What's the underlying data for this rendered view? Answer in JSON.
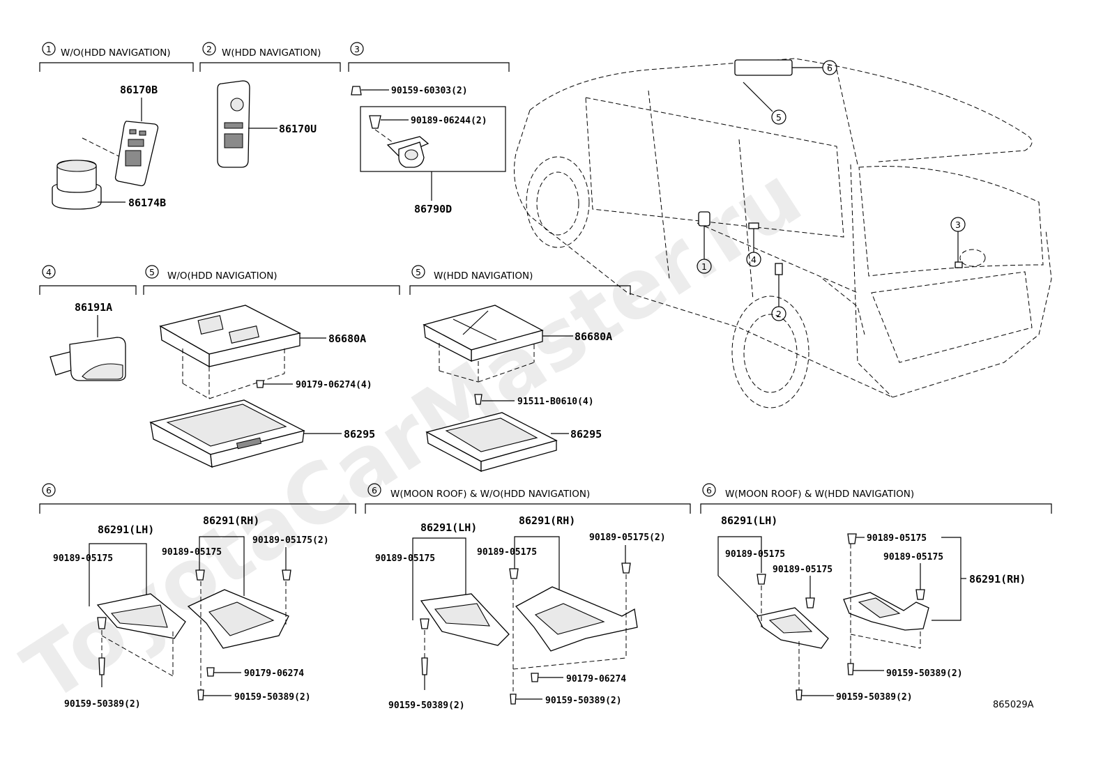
{
  "watermark": "ToyotaCarMaster.ru",
  "figure_code": "865029A",
  "colors": {
    "line": "#000000",
    "watermark": "#ececec",
    "background": "#ffffff"
  },
  "sections": {
    "s1": {
      "num": "1",
      "label": "W/O(HDD NAVIGATION)"
    },
    "s2": {
      "num": "2",
      "label": "W(HDD NAVIGATION)"
    },
    "s3": {
      "num": "3",
      "label": ""
    },
    "s4": {
      "num": "4",
      "label": ""
    },
    "s5a": {
      "num": "5",
      "label": "W/O(HDD NAVIGATION)"
    },
    "s5b": {
      "num": "5",
      "label": "W(HDD NAVIGATION)"
    },
    "s6a": {
      "num": "6",
      "label": ""
    },
    "s6b": {
      "num": "6",
      "label": "W(MOON ROOF) & W/O(HDD NAVIGATION)"
    },
    "s6c": {
      "num": "6",
      "label": "W(MOON ROOF) & W(HDD NAVIGATION)"
    }
  },
  "parts": {
    "p86170B": "86170B",
    "p86174B": "86174B",
    "p86170U": "86170U",
    "p90159_60303": "90159-60303(2)",
    "p90189_06244": "90189-06244(2)",
    "p86790D": "86790D",
    "p86191A": "86191A",
    "p86680A_a": "86680A",
    "p90179_06274_4": "90179-06274(4)",
    "p86295_a": "86295",
    "p86680A_b": "86680A",
    "p91511": "91511-B0610(4)",
    "p86295_b": "86295",
    "g1": {
      "lh": "86291(LH)",
      "rh": "86291(RH)",
      "b_lh": "90189-05175",
      "b_rh": "90189-05175",
      "b_rh2": "90189-05175(2)",
      "nut": "90179-06274",
      "s_lh": "90159-50389(2)",
      "s_rh": "90159-50389(2)"
    },
    "g2": {
      "lh": "86291(LH)",
      "rh": "86291(RH)",
      "b_lh": "90189-05175",
      "b_rh": "90189-05175",
      "b_rh2": "90189-05175(2)",
      "nut": "90179-06274",
      "s_lh": "90159-50389(2)",
      "s_rh": "90159-50389(2)"
    },
    "g3": {
      "lh": "86291(LH)",
      "rh": "86291(RH)",
      "b1": "90189-05175",
      "b2": "90189-05175",
      "b3": "90189-05175",
      "b4": "90189-05175",
      "s1": "90159-50389(2)",
      "s2": "90159-50389(2)"
    }
  },
  "vehicle_callouts": [
    "1",
    "2",
    "3",
    "4",
    "5",
    "6"
  ]
}
